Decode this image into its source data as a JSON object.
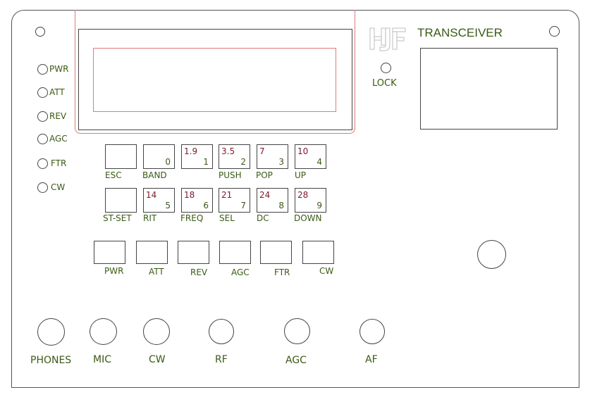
{
  "header": {
    "title": "TRANSCEIVER",
    "lock_label": "LOCK",
    "logo_text": "HJF"
  },
  "leds": [
    {
      "label": "PWR"
    },
    {
      "label": "ATT"
    },
    {
      "label": "REV"
    },
    {
      "label": "AGC"
    },
    {
      "label": "FTR"
    },
    {
      "label": "CW"
    }
  ],
  "keypad": {
    "row1": [
      {
        "label": "ESC",
        "band": "",
        "num": ""
      },
      {
        "label": "BAND",
        "band": "",
        "num": "0"
      },
      {
        "label": "",
        "band": "1.9",
        "num": "1"
      },
      {
        "label": "PUSH",
        "band": "3.5",
        "num": "2"
      },
      {
        "label": "POP",
        "band": "7",
        "num": "3"
      },
      {
        "label": "UP",
        "band": "10",
        "num": "4"
      }
    ],
    "row2": [
      {
        "label": "ST-SET",
        "band": "",
        "num": ""
      },
      {
        "label": "RIT",
        "band": "14",
        "num": "5"
      },
      {
        "label": "FREQ",
        "band": "18",
        "num": "6"
      },
      {
        "label": "SEL",
        "band": "21",
        "num": "7"
      },
      {
        "label": "DC",
        "band": "24",
        "num": "8"
      },
      {
        "label": "DOWN",
        "band": "28",
        "num": "9"
      }
    ]
  },
  "switches": [
    {
      "label": "PWR"
    },
    {
      "label": "ATT"
    },
    {
      "label": "REV"
    },
    {
      "label": "AGC"
    },
    {
      "label": "FTR"
    },
    {
      "label": "CW"
    }
  ],
  "jacks": [
    {
      "label": "PHONES"
    },
    {
      "label": "MIC"
    },
    {
      "label": "CW"
    },
    {
      "label": "RF"
    },
    {
      "label": "AGC"
    },
    {
      "label": "AF"
    }
  ],
  "colors": {
    "label_green": "#3a5a14",
    "band_red": "#7a1a2e",
    "outline": "#444444",
    "lcd_guide": "#e07a7a"
  }
}
